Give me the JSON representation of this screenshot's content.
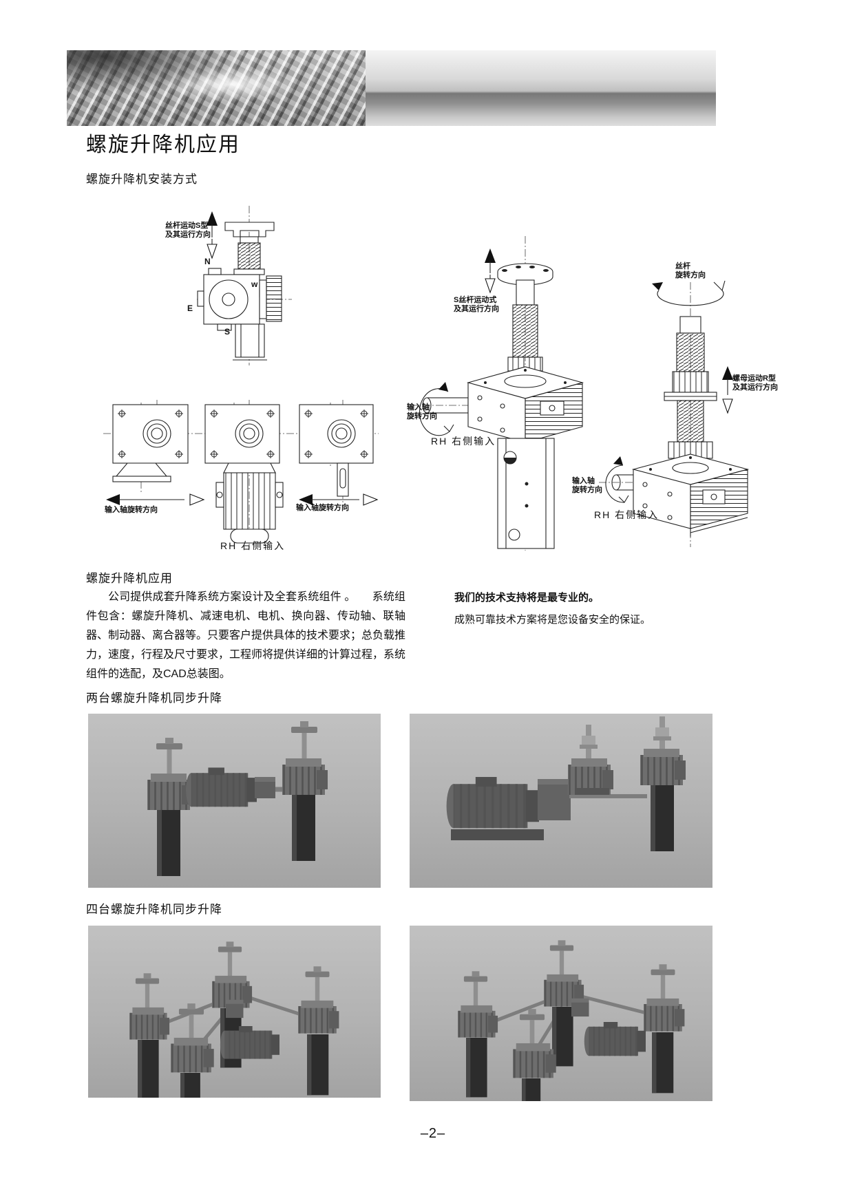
{
  "page": {
    "title": "螺旋升降机应用",
    "install_heading": "螺旋升降机安装方式",
    "page_number": "–2–"
  },
  "diagram_labels": {
    "front_view": {
      "screw_motion": "丝杆运动S型\n及其运行方向",
      "compass_n": "N",
      "compass_w": "w",
      "compass_e": "E",
      "compass_s": "S"
    },
    "plates": {
      "input_rotation_left": "输入轴旋转方向",
      "input_rotation_right": "输入轴旋转方向",
      "caption": "RH 右侧输入"
    },
    "mid_jack": {
      "screw_motion": "S丝杆运动式\n及其运行方向",
      "input_rotation": "输入轴\n旋转方向",
      "caption": "RH 右侧输入"
    },
    "right_jack": {
      "screw_rotation": "丝杆\n旋转方向",
      "nut_motion": "螺母运动R型\n及其运行方向",
      "input_rotation": "输入轴\n旋转方向",
      "caption": "RH 右侧输入"
    }
  },
  "application": {
    "heading": "螺旋升降机应用",
    "body": "公司提供成套升降系统方案设计及全套系统组件 。　　系统组件包含：螺旋升降机、减速电机、电机、换向器、传动轴、联轴器、制动器、离合器等。只要客户提供具体的技术要求；总负载推力，速度，行程及尺寸要求，工程师将提供详细的计算过程，系统组件的选配，及CAD总装图。",
    "support_title": "我们的技术支持将是最专业的。",
    "support_body": "成熟可靠技术方案将是您设备安全的保证。"
  },
  "sections": {
    "two_jacks_heading": "两台螺旋升降机同步升降",
    "four_jacks_heading": "四台螺旋升降机同步升降"
  },
  "colors": {
    "photo_background": "#b5b5b5",
    "line_art": "#222222",
    "machine_dark": "#2c2c2c",
    "machine_mid": "#6e6e6e"
  }
}
